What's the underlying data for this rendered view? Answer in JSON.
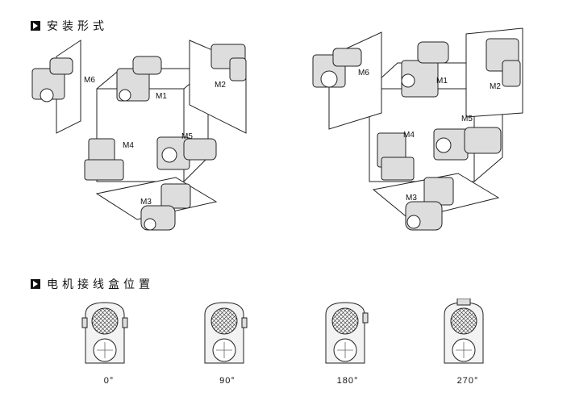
{
  "section_mounting": {
    "title": "安装形式"
  },
  "section_terminal": {
    "title": "电机接线盒位置"
  },
  "diagrams": [
    {
      "labels": {
        "m1": "M1",
        "m2": "M2",
        "m3": "M3",
        "m4": "M4",
        "m5": "M5",
        "m6": "M6"
      }
    },
    {
      "labels": {
        "m1": "M1",
        "m2": "M2",
        "m3": "M3",
        "m4": "M4",
        "m5": "M5",
        "m6": "M6"
      }
    }
  ],
  "terminal_positions": [
    {
      "angle": "0°"
    },
    {
      "angle": "90°"
    },
    {
      "angle": "180°"
    },
    {
      "angle": "270°"
    }
  ]
}
